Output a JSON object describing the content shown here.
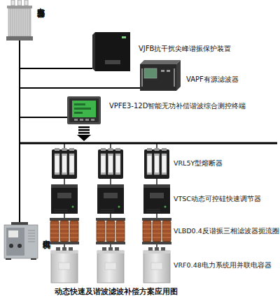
{
  "diagram": {
    "caption": "动态快速及谐波滤波补偿方案应用图",
    "nodes": [
      {
        "text": [
          "电力变压器"
        ]
      },
      {
        "text": [
          "VJFB抗干扰尖峰谐振保护装置"
        ]
      },
      {
        "text": [
          "VAPF有源滤波器"
        ]
      },
      {
        "text": [
          "VPFE3-12D智能无功补偿谐波综合测控终端"
        ]
      },
      {
        "text": [
          "电焊机"
        ]
      }
    ],
    "edges": [
      {
        "from": 0,
        "to": 1,
        "arrow": "none"
      },
      {
        "from": 0,
        "to": 2,
        "arrow": "none"
      },
      {
        "from": 0,
        "to": 3,
        "arrow": "none"
      },
      {
        "from": 0,
        "to": 4,
        "arrow": "none"
      }
    ],
    "labels": [
      "VRL5Y型熔断器",
      "VTSC动态可控硅快速调节器",
      "VLBD0.4反谐振三相滤波器扼流圈",
      "VRF0.48电力系统用并联电容器"
    ]
  }
}
